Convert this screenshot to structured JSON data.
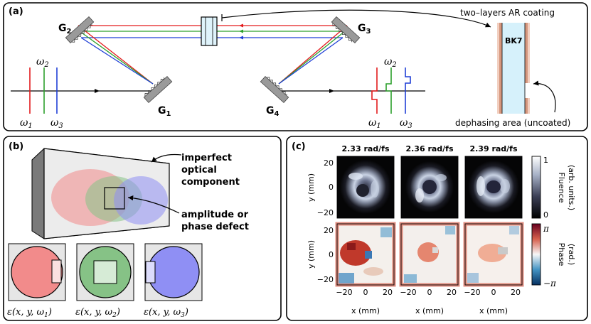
{
  "panels": {
    "a": {
      "label": "(a)"
    },
    "b": {
      "label": "(b)"
    },
    "c": {
      "label": "(c)"
    }
  },
  "panel_a": {
    "gratings": [
      "G",
      "G",
      "G",
      "G"
    ],
    "grating_subs": [
      "2",
      "3",
      "1",
      "4"
    ],
    "omega_symbol": "ω",
    "omega_subs": [
      "1",
      "2",
      "3"
    ],
    "coating_label": "two–layers AR coating",
    "glass_label": "BK7",
    "dephasing_label": "dephasing area (uncoated)",
    "colors": {
      "w1": "#e31a1c",
      "w2": "#2ca02c",
      "w3": "#1f3fd6"
    }
  },
  "panel_b": {
    "component_label_lines": [
      "imperfect",
      "optical",
      "component"
    ],
    "defect_label_lines": [
      "amplitude or",
      "phase defect"
    ],
    "field_labels": [
      "ε(x, y, ω",
      "ε(x, y, ω",
      "ε(x, y, ω"
    ],
    "field_subs": [
      "1",
      "2",
      "3"
    ],
    "colors": {
      "red": "#f28b8b",
      "green": "#86c286",
      "blue": "#8f8ff4"
    }
  },
  "panel_c": {
    "column_titles": [
      "2.33 rad/fs",
      "2.36 rad/fs",
      "2.39 rad/fs"
    ],
    "y_label": "y (mm)",
    "x_label": "x (mm)",
    "y_ticks": [
      "20",
      "0",
      "−20"
    ],
    "x_ticks": [
      "−20",
      "0",
      "20"
    ],
    "fluence_bar": {
      "label_lines": [
        "Fluence",
        "(arb. units.)"
      ],
      "max": "1",
      "min": "0"
    },
    "phase_bar": {
      "label_lines": [
        "Phase",
        "(rad.)"
      ],
      "max": "π",
      "min": "−π"
    }
  }
}
